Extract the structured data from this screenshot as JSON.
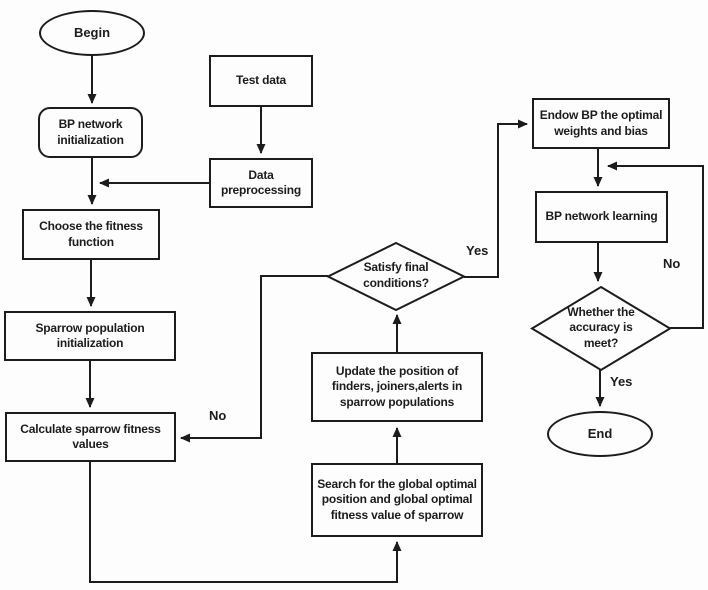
{
  "diagram": {
    "type": "flowchart",
    "colors": {
      "line": "#1c1c1c",
      "background": "#fdfdfd",
      "node_fill": "#fdfdfd"
    },
    "nodes": {
      "begin": {
        "shape": "ellipse",
        "label": "Begin"
      },
      "test_data": {
        "shape": "rect",
        "label": "Test data"
      },
      "bp_init": {
        "shape": "rounded-rect",
        "label": "BP network\ninitialization"
      },
      "data_preprocess": {
        "shape": "rect",
        "label": "Data\npreprocessing"
      },
      "choose_fitness": {
        "shape": "rect",
        "label": "Choose the fitness\nfunction"
      },
      "sparrow_init": {
        "shape": "rect",
        "label": "Sparrow population\ninitialization"
      },
      "calc_fitness": {
        "shape": "rect",
        "label": "Calculate sparrow fitness\nvalues"
      },
      "satisfy": {
        "shape": "diamond",
        "label": "Satisfy final\nconditions?"
      },
      "update_position": {
        "shape": "rect",
        "label": "Update the position of\nfinders, joiners,alerts in\nsparrow populations"
      },
      "search_global": {
        "shape": "rect",
        "label": "Search for the global optimal\nposition and global optimal\nfitness value of sparrow"
      },
      "endow_bp": {
        "shape": "rect",
        "label": "Endow BP the optimal\nweights and bias"
      },
      "bp_learning": {
        "shape": "rect",
        "label": "BP network learning"
      },
      "whether_accuracy": {
        "shape": "diamond",
        "label": "Whether the\naccuracy is\nmeet?"
      },
      "end": {
        "shape": "ellipse",
        "label": "End"
      }
    },
    "edge_labels": {
      "satisfy_yes": "Yes",
      "satisfy_no": "No",
      "whether_yes": "Yes",
      "whether_no": "No"
    },
    "edges": [
      {
        "from": "begin",
        "to": "bp_init"
      },
      {
        "from": "test_data",
        "to": "data_preprocess"
      },
      {
        "from": "data_preprocess",
        "to": "bp_init_choose_junction"
      },
      {
        "from": "bp_init",
        "to": "choose_fitness"
      },
      {
        "from": "choose_fitness",
        "to": "sparrow_init"
      },
      {
        "from": "sparrow_init",
        "to": "calc_fitness"
      },
      {
        "from": "calc_fitness",
        "to": "search_global"
      },
      {
        "from": "search_global",
        "to": "update_position"
      },
      {
        "from": "update_position",
        "to": "satisfy"
      },
      {
        "from": "satisfy",
        "to": "calc_fitness",
        "label": "No"
      },
      {
        "from": "satisfy",
        "to": "endow_bp",
        "label": "Yes"
      },
      {
        "from": "endow_bp",
        "to": "bp_learning"
      },
      {
        "from": "bp_learning",
        "to": "whether_accuracy"
      },
      {
        "from": "whether_accuracy",
        "to": "bp_learning",
        "label": "No"
      },
      {
        "from": "whether_accuracy",
        "to": "end",
        "label": "Yes"
      }
    ]
  }
}
